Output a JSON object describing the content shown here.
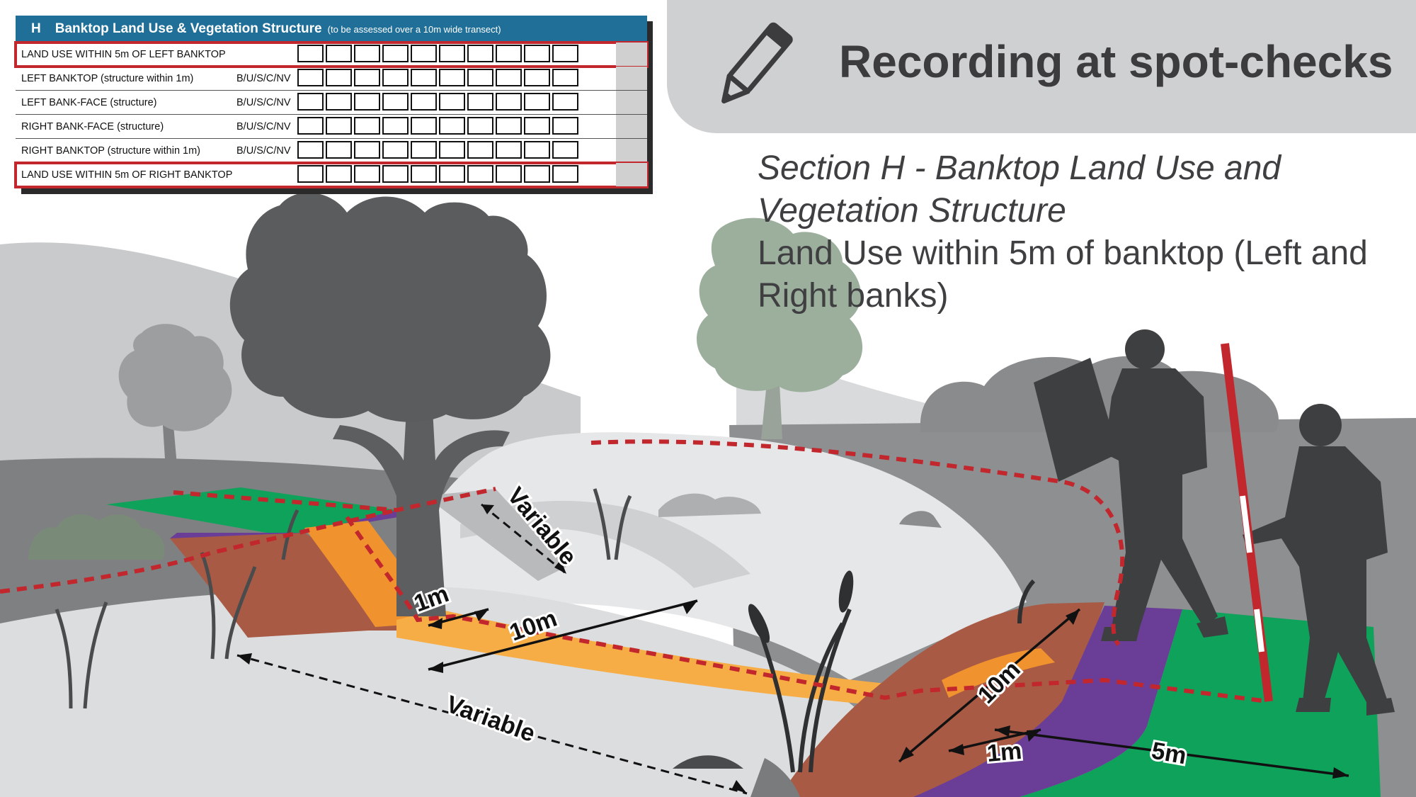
{
  "title": "Recording at spot-checks",
  "section_heading": "Section H - Banktop Land Use and Vegetation Structure",
  "section_description": "Land Use within 5m of banktop (Left and Right banks)",
  "icons": [
    "pencil-icon"
  ],
  "form": {
    "letter": "H",
    "title": "Banktop Land Use & Vegetation Structure",
    "note": "(to be assessed over a 10m wide transect)",
    "rows": [
      {
        "label": "LAND USE WITHIN 5m OF LEFT BANKTOP",
        "code": "",
        "highlighted": true
      },
      {
        "label": "LEFT BANKTOP (structure within 1m)",
        "code": "B/U/S/C/NV",
        "highlighted": false
      },
      {
        "label": "LEFT BANK-FACE (structure)",
        "code": "B/U/S/C/NV",
        "highlighted": false
      },
      {
        "label": "RIGHT BANK-FACE (structure)",
        "code": "B/U/S/C/NV",
        "highlighted": false
      },
      {
        "label": "RIGHT BANKTOP (structure within 1m)",
        "code": "B/U/S/C/NV",
        "highlighted": false
      },
      {
        "label": "LAND USE WITHIN 5m OF RIGHT BANKTOP",
        "code": "",
        "highlighted": true
      }
    ]
  },
  "diagram": {
    "labels": {
      "variable_top": "Variable",
      "variable_bottom": "Variable",
      "left_1m": "1m",
      "left_10m": "10m",
      "right_10m": "10m",
      "right_1m": "1m",
      "right_5m": "5m"
    }
  },
  "colors": {
    "form_header": "#1f6f98",
    "highlight": "#c1272d",
    "zone_green": "#0fa25b",
    "zone_purple": "#6a3e97",
    "zone_brown": "#a95a45",
    "zone_orange": "#f0922e",
    "dashed_line": "#c1272d"
  }
}
